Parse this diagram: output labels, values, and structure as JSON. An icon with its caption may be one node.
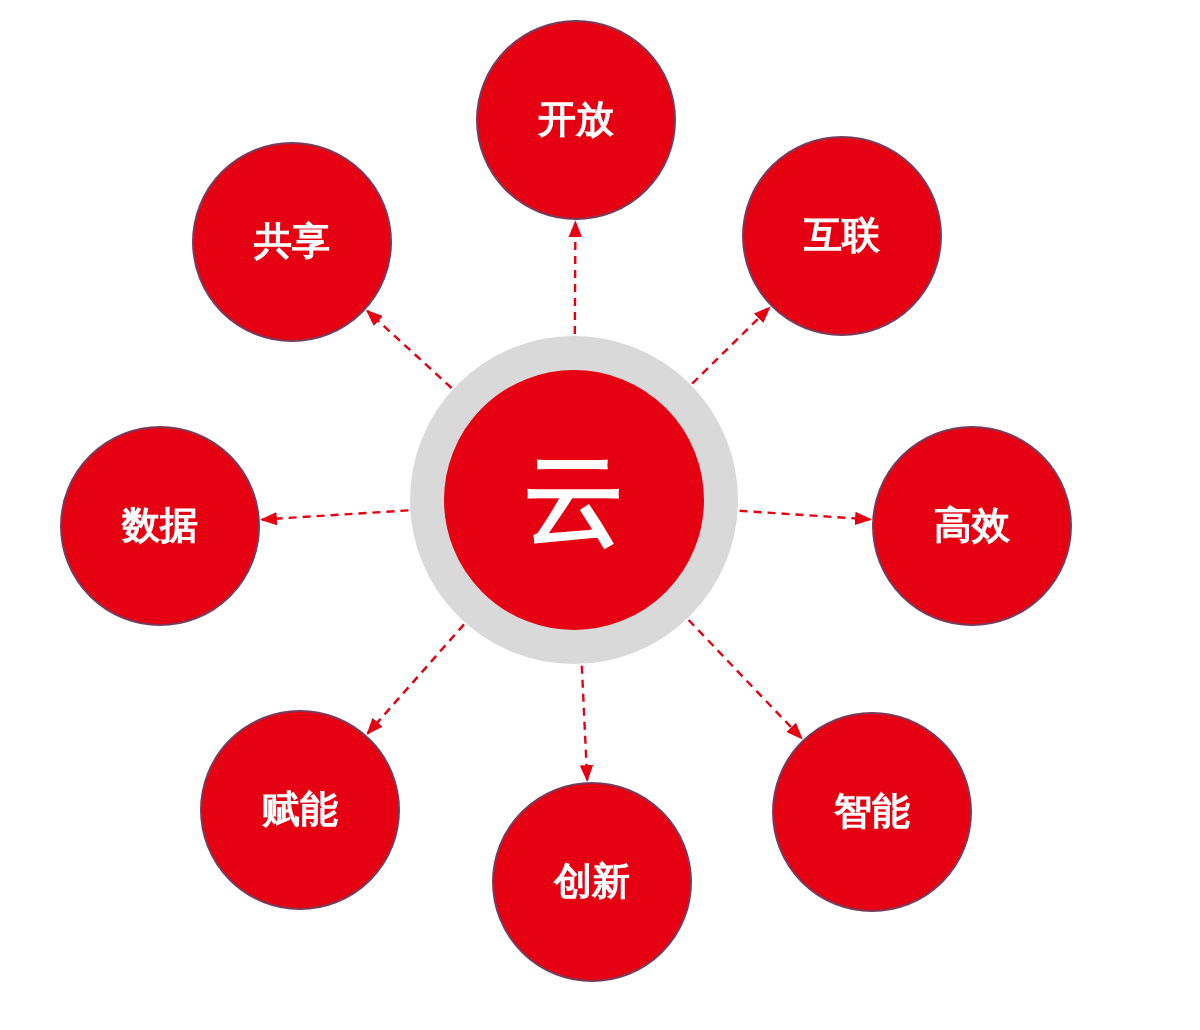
{
  "diagram": {
    "nodes": [
      {
        "text": [
          "云"
        ]
      },
      {
        "text": [
          "开放"
        ]
      },
      {
        "text": [
          "互联"
        ]
      },
      {
        "text": [
          "高效"
        ]
      },
      {
        "text": [
          "智能"
        ]
      },
      {
        "text": [
          "创新"
        ]
      },
      {
        "text": [
          "赋能"
        ]
      },
      {
        "text": [
          "数据"
        ]
      },
      {
        "text": [
          "共享"
        ]
      }
    ],
    "edges": [
      {
        "from": 0,
        "to": 1,
        "arrow": "to",
        "style": "dashed"
      },
      {
        "from": 0,
        "to": 2,
        "arrow": "to",
        "style": "dashed"
      },
      {
        "from": 0,
        "to": 3,
        "arrow": "to",
        "style": "dashed"
      },
      {
        "from": 0,
        "to": 4,
        "arrow": "to",
        "style": "dashed"
      },
      {
        "from": 0,
        "to": 5,
        "arrow": "to",
        "style": "dashed"
      },
      {
        "from": 0,
        "to": 6,
        "arrow": "to",
        "style": "dashed"
      },
      {
        "from": 0,
        "to": 7,
        "arrow": "to",
        "style": "dashed"
      },
      {
        "from": 0,
        "to": 8,
        "arrow": "to",
        "style": "dashed"
      }
    ]
  }
}
